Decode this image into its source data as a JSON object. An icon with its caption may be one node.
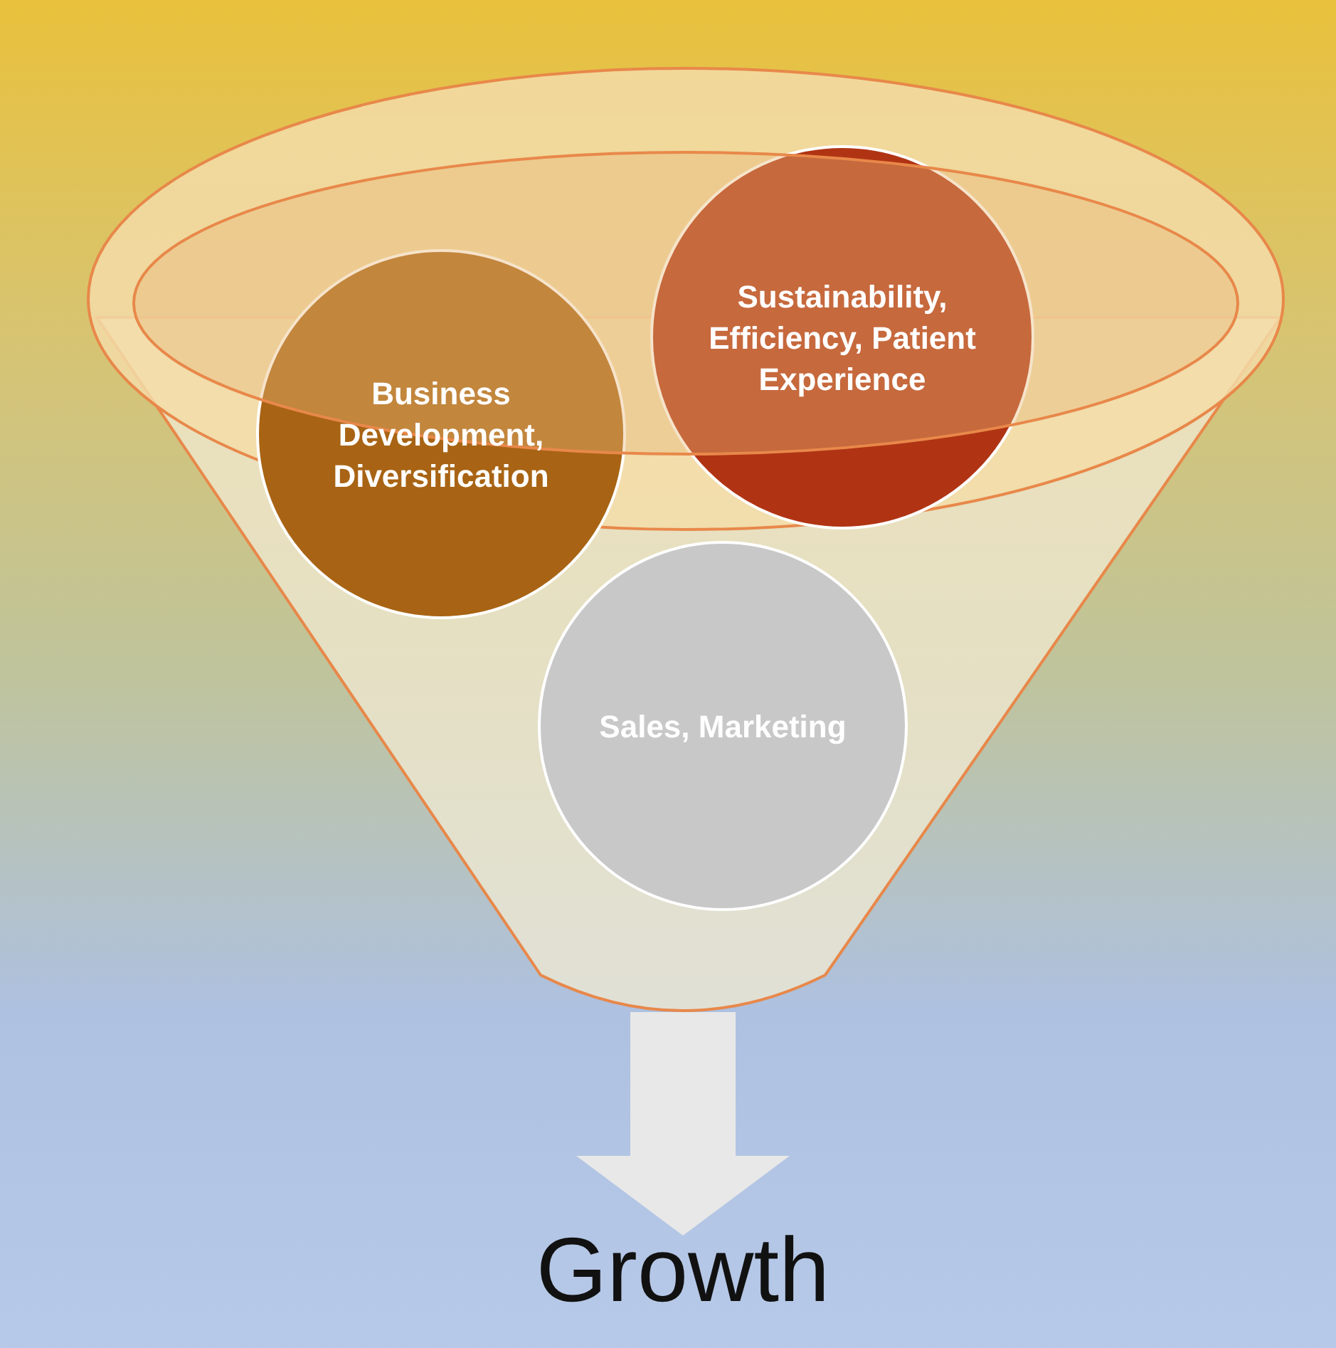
{
  "diagram": {
    "nodes": [
      {
        "text": [],
        "shape": "funnel"
      },
      {
        "text": [
          "Business Development, Diversification"
        ]
      },
      {
        "text": [
          "Sustainability, Efficiency, Patient Experience"
        ]
      },
      {
        "text": [
          "Sales, Marketing"
        ],
        "in": 0
      },
      {
        "text": [
          "Growth"
        ]
      }
    ],
    "edges": [
      {
        "from": 0,
        "to": 4,
        "arrow": "to"
      }
    ]
  }
}
